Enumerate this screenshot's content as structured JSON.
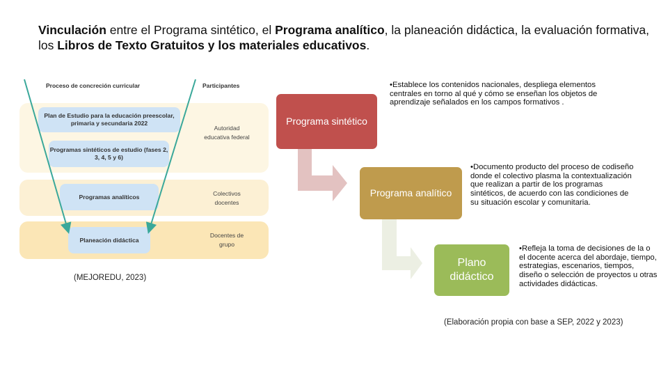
{
  "title": {
    "p1": "Vinculación",
    "p2": " entre el Programa sintético, el ",
    "p3": "Programa analítico",
    "p4": ", la planeación didáctica, la evaluación formativa, los ",
    "p5": "Libros de Texto Gratuitos y los materiales educativos",
    "p6": "."
  },
  "figure": {
    "header_left": "Proceso de concreción curricular",
    "header_right": "Participantes",
    "pills": [
      "Plan de Estudio para la educación preescolar, primaria y secundaria 2022",
      "Programas sintéticos de estudio (fases 2, 3, 4, 5 y 6)",
      "Programas analíticos",
      "Planeación didáctica"
    ],
    "participants": [
      "Autoridad educativa federal",
      "Colectivos docentes",
      "Docentes de grupo"
    ],
    "citation": "(MEJOREDU, 2023)",
    "arrow_color": "#3aa89a"
  },
  "flow": {
    "boxes": [
      {
        "label": "Programa sintético",
        "color": "#c0504d"
      },
      {
        "label": "Programa analítico",
        "color": "#bf9b4d"
      },
      {
        "label": "Plano didáctico",
        "color": "#9bbb59"
      }
    ],
    "descriptions": [
      "•Establece los contenidos nacionales, despliega elementos centrales en torno al qué y cómo se enseñan los objetos de aprendizaje señalados en los campos formativos .",
      "•Documento producto del proceso de codiseño donde el colectivo plasma la contextualización que realizan a partir de los programas sintéticos, de acuerdo con las condiciones de su situación escolar y comunitaria.",
      "•Refleja la toma de decisiones de la o el docente acerca del abordaje, tiempo, estrategias, escenarios, tiempos, diseño o selección de proyectos u otras actividades didácticas."
    ],
    "citation": "(Elaboración propia con base a SEP, 2022 y 2023)"
  }
}
